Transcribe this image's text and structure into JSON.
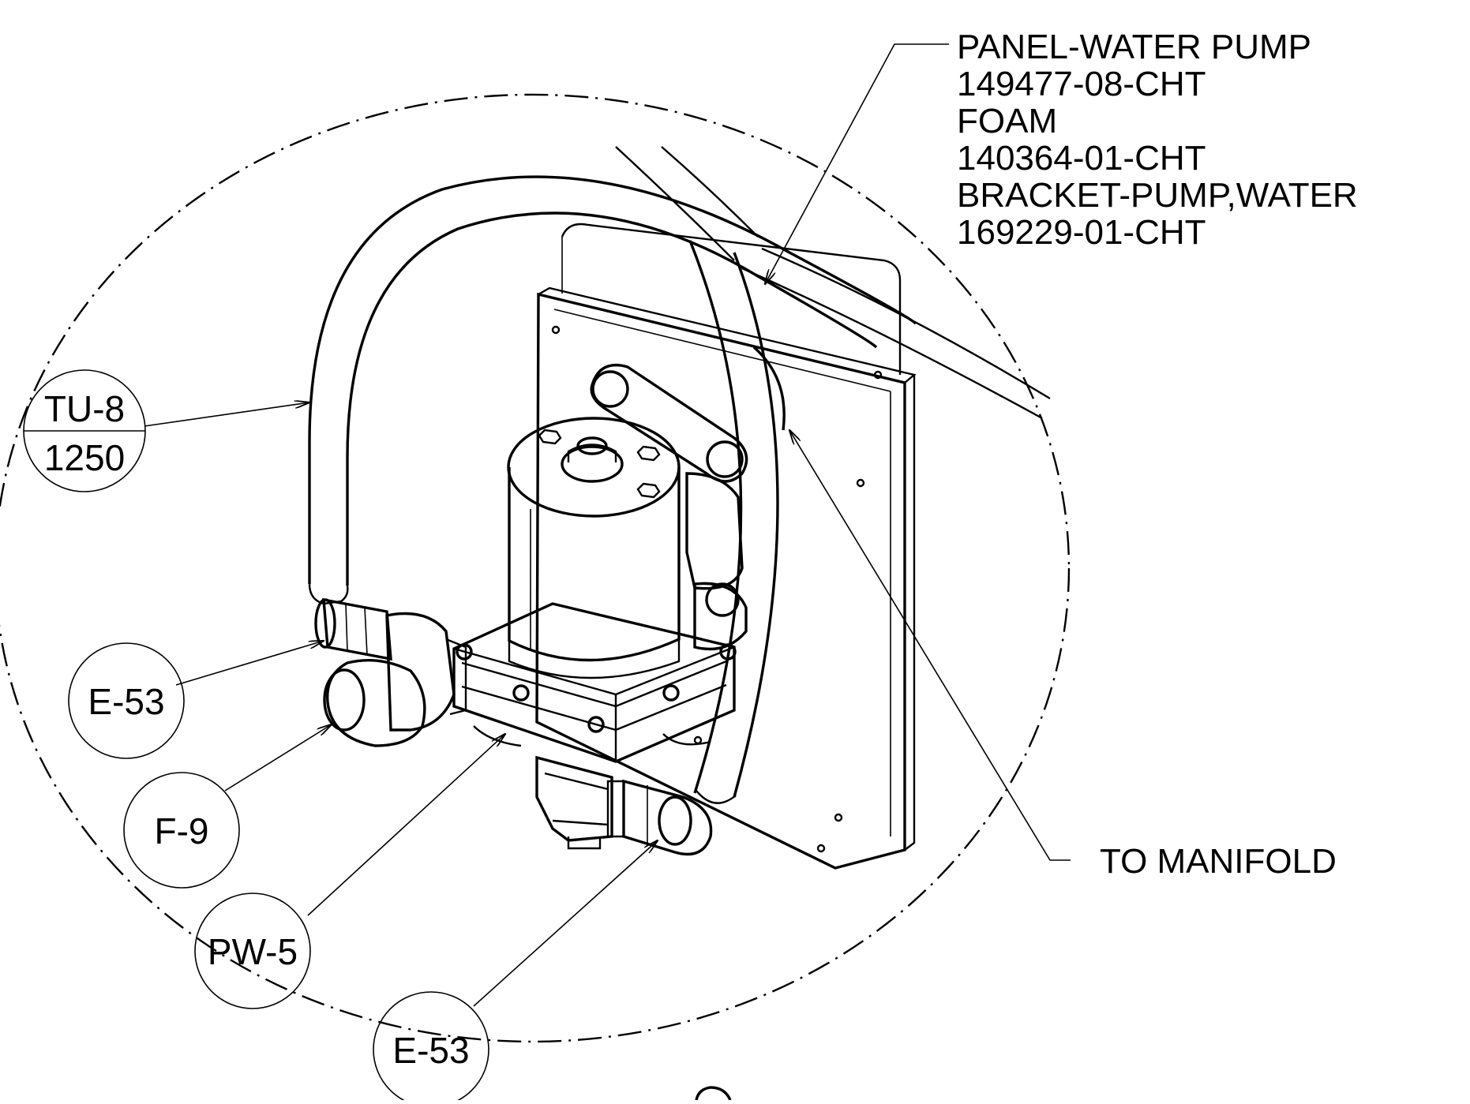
{
  "notes": {
    "top_right": [
      "PANEL-WATER PUMP",
      "149477-08-CHT",
      "FOAM",
      "140364-01-CHT",
      "BRACKET-PUMP,WATER",
      "169229-01-CHT"
    ],
    "to_manifold": "TO MANIFOLD"
  },
  "callouts": {
    "tu8_top": "TU-8",
    "tu8_bottom": "1250",
    "e53_upper": "E-53",
    "f9": "F-9",
    "pw5": "PW-5",
    "e53_lower": "E-53"
  }
}
